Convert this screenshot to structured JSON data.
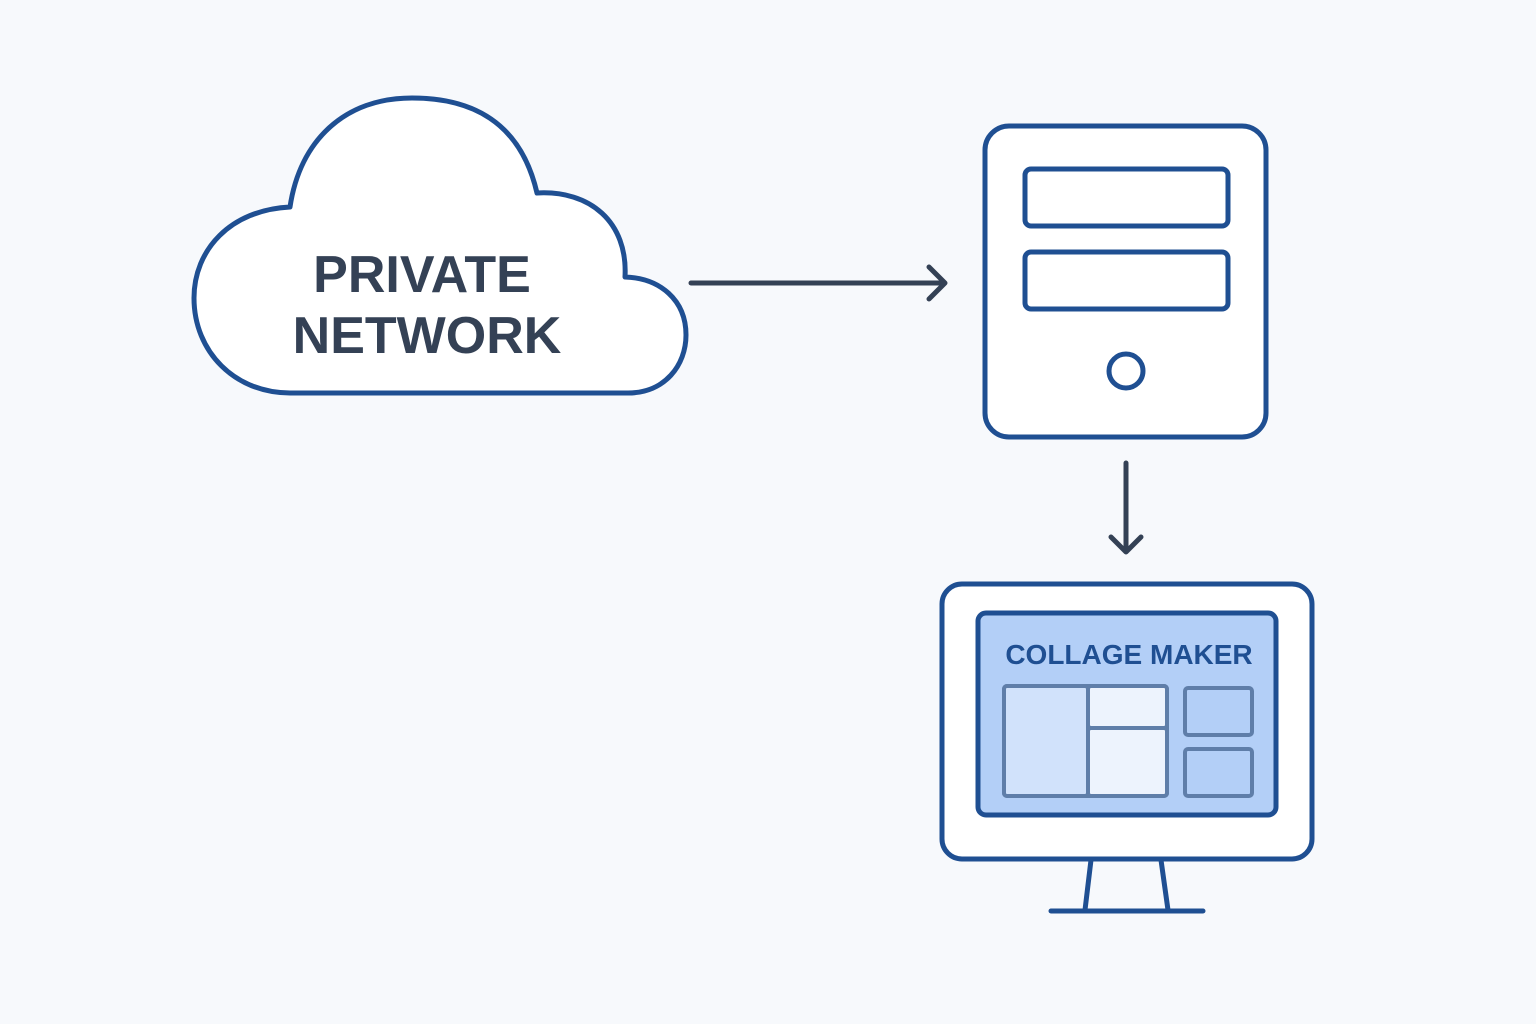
{
  "cloud": {
    "line1": "PRIVATE",
    "line2": "NETWORK"
  },
  "monitor": {
    "app_title": "COLLAGE MAKER"
  },
  "colors": {
    "background": "#f7f9fc",
    "outline": "#1f4f92",
    "arrow": "#344155",
    "text_dark": "#344155",
    "screen_fill": "#b3cff7",
    "tile_light": "#d1e2fb",
    "tile_lighter": "#edf3fd",
    "tile_mid": "#b3cff7"
  },
  "icons": [
    "cloud-icon",
    "server-icon",
    "monitor-icon",
    "arrow-right-icon",
    "arrow-down-icon"
  ]
}
